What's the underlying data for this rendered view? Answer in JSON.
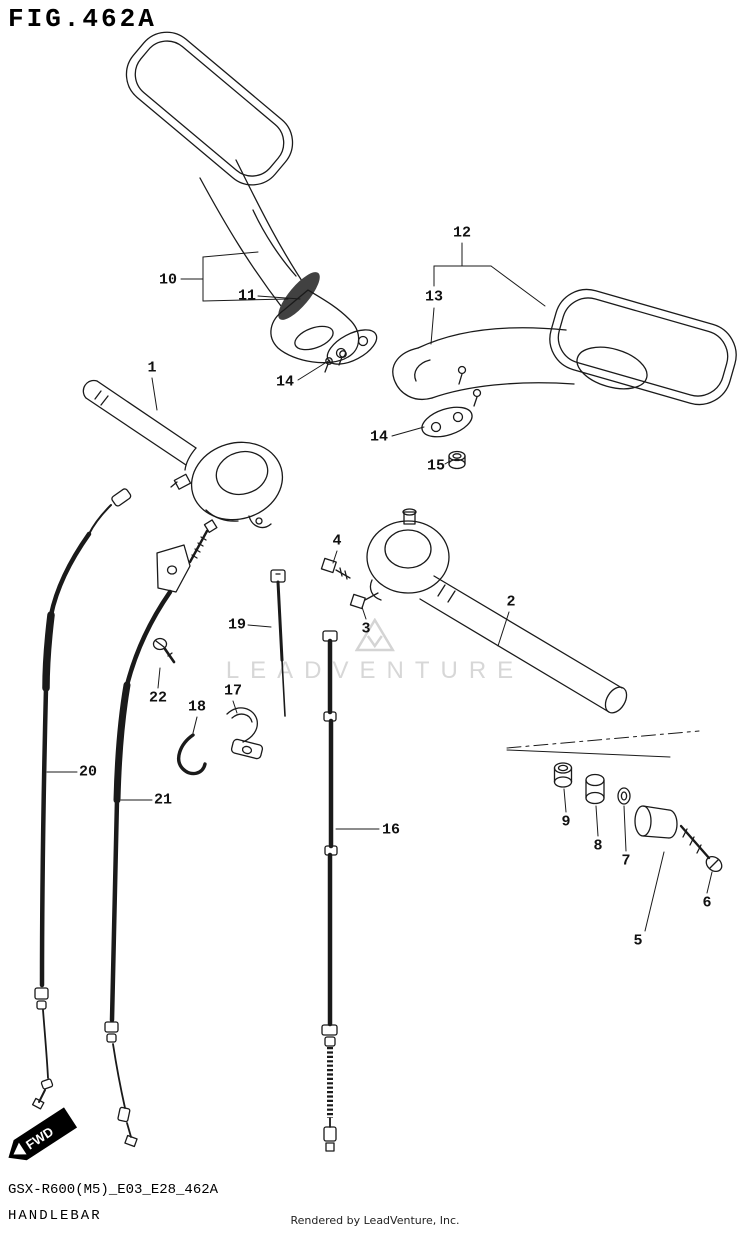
{
  "figure": {
    "title": "FIG.462A"
  },
  "watermark": {
    "logo": "leadventure-triangle-logo",
    "text": "LEADVENTURE"
  },
  "fwd": {
    "label": "FWD"
  },
  "footer": {
    "code": "GSX-R600(M5)_E03_E28_462A",
    "name": "HANDLEBAR",
    "credit": "Rendered by LeadVenture, Inc."
  },
  "callouts": [
    {
      "label": "1"
    },
    {
      "label": "2"
    },
    {
      "label": "3"
    },
    {
      "label": "4"
    },
    {
      "label": "5"
    },
    {
      "label": "6"
    },
    {
      "label": "7"
    },
    {
      "label": "8"
    },
    {
      "label": "9"
    },
    {
      "label": "10"
    },
    {
      "label": "11"
    },
    {
      "label": "12"
    },
    {
      "label": "13"
    },
    {
      "label": "14"
    },
    {
      "label": "14"
    },
    {
      "label": "15"
    },
    {
      "label": "16"
    },
    {
      "label": "17"
    },
    {
      "label": "18"
    },
    {
      "label": "19"
    },
    {
      "label": "20"
    },
    {
      "label": "21"
    },
    {
      "label": "22"
    }
  ]
}
